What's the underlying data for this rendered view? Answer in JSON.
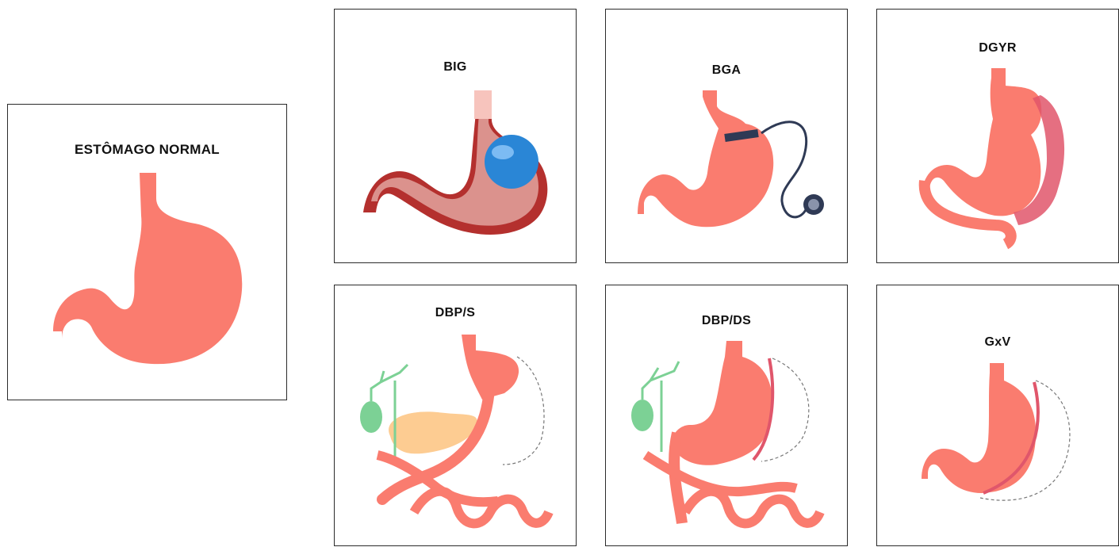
{
  "colors": {
    "stomach": "#fa7c6f",
    "stomach_dark": "#e0566b",
    "duct": "#7cd195",
    "pancreas": "#fdcc92",
    "band": "#2f3a55",
    "balloon": "#2a86d6",
    "wall": "#b4302e"
  },
  "panels": {
    "normal": {
      "title": "ESTÔMAGO NORMAL"
    },
    "big": {
      "title": "BIG"
    },
    "bga": {
      "title": "BGA"
    },
    "dgyr": {
      "title": "DGYR"
    },
    "dbps": {
      "title": "DBP/S"
    },
    "dbpds": {
      "title": "DBP/DS"
    },
    "gxv": {
      "title": "GxV"
    }
  }
}
